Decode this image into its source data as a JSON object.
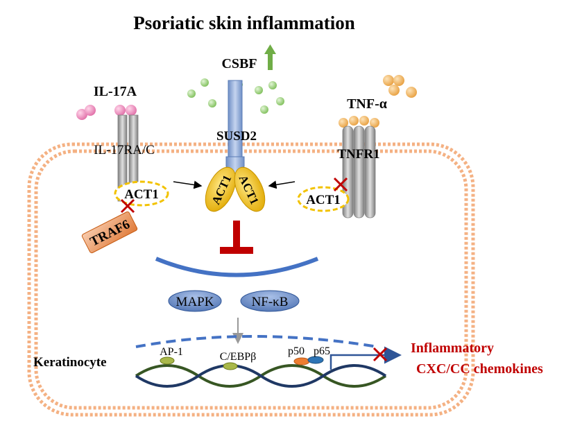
{
  "title": "Psoriatic skin inflammation",
  "labels": {
    "csbf": "CSBF",
    "il17a": "IL-17A",
    "il17ra": "IL-17RA/C",
    "susd2": "SUSD2",
    "tnfa": "TNF-α",
    "tnfr1": "TNFR1",
    "act1": "ACT1",
    "traf6": "TRAF6",
    "mapk": "MAPK",
    "nfkb": "NF-κB",
    "keratinocyte": "Keratinocyte",
    "ap1": "AP-1",
    "cebpb": "C/EBPβ",
    "p50": "p50",
    "p65": "p65",
    "output_line1": "Inflammatory",
    "output_line2": "CXC/CC chemokines"
  },
  "colors": {
    "membrane": "#f4b183",
    "receptor_gray": "#a6a6a6",
    "susd2_blue": "#8eaadb",
    "act1_yellow": "#f2c200",
    "inhibit_red": "#c00000",
    "arc_blue": "#4472c4",
    "oval_blue": "#6d8fc9",
    "dna_blue": "#1f3864",
    "dna_green": "#375623",
    "output_red": "#c00000",
    "up_arrow_green": "#70ad47"
  }
}
